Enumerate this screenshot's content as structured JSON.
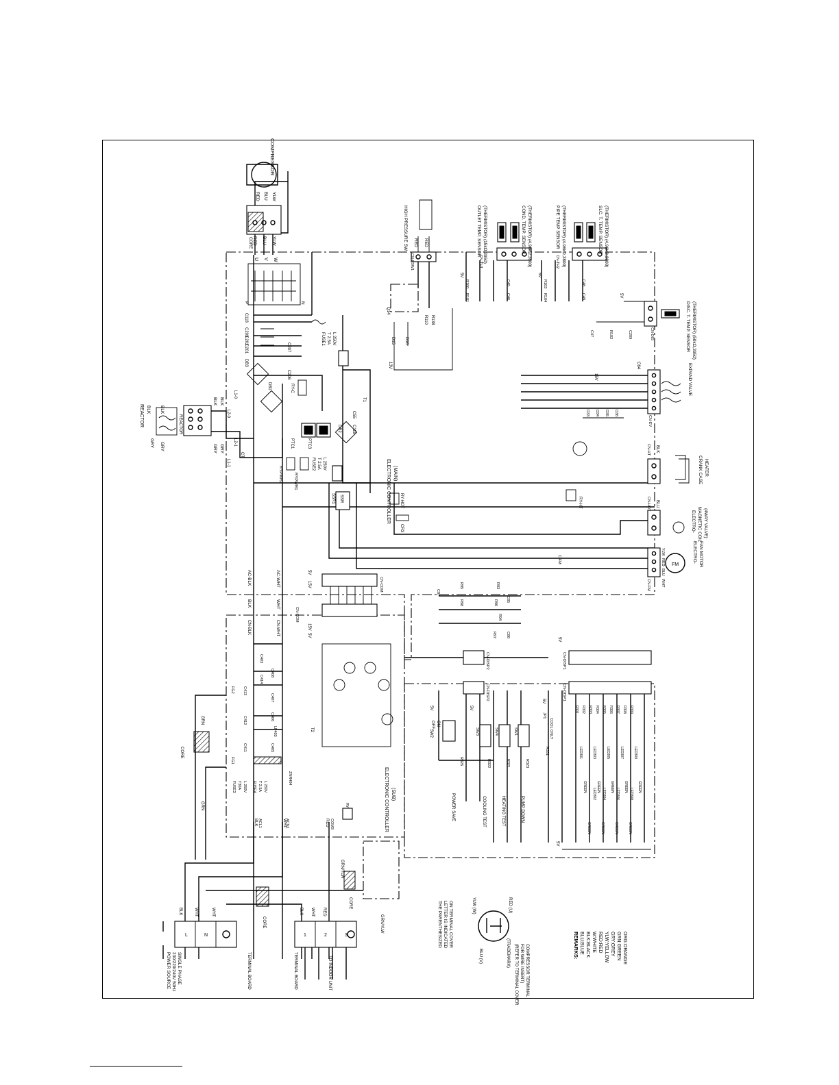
{
  "labels": {
    "compressor": "COMPRESSOR",
    "reactor_top": "REACTOR",
    "reactor_box": "REACTOR",
    "high_pressure_sw": "HIGH PRESSURE SW.",
    "outlet_sensor_line1": "OUTLET TEMP. SENSOR",
    "outlet_sensor_line2": "(THERMISTOR) (15kΩ,3950)",
    "cond_sensor_line1": "COND. TEMP. SENSOR",
    "cond_sensor_line2": "(THERMISTOR) (4.96kΩ,3800)",
    "pipe_sensor_line1": "PIPE TEMP SENSOR",
    "pipe_sensor_line2": "(THERMISTOR) (4.96kΩ,3800)",
    "slc_sensor_line1": "SLC. T. TEMP. SENSOR",
    "slc_sensor_line2": "(THERMISTOR) (4.96kΩ,3800)",
    "disc_sensor_line1": "DISC. T. TEMP. SENSOR",
    "disc_sensor_line2": "(THERMISTOR) (50kΩ,3950)",
    "expand_valve": "EXPAND VALVE",
    "crank_case_line1": "CRANK CASE",
    "crank_case_line2": "HEATER",
    "magnetic_coil_line1": "ELECTRO-",
    "magnetic_coil_line2": "MAGNETIC COIL",
    "magnetic_coil_line3": "(4WAY VALVE)",
    "fan_motor": "FAN MOTOR",
    "fan_motor_prefix": "ELECTRO-",
    "ec_main_line1": "ELECTRONIC CONTROLLER",
    "ec_main_line2": "(MAIN)",
    "ec_sub_line1": "ELECTRONIC CONTROLLER",
    "ec_sub_line2": "(SUB)",
    "power_source_line1": "POWER SOURCE",
    "power_source_line2": "230/220/240V 50Hz",
    "power_source_line3": "SINGLE PHASE",
    "terminal_board_1": "TERMINAL BOARD",
    "terminal_board_2": "TERMINAL BOARD",
    "to_indoor_unit": "TO INDOOR UNIT",
    "core_1": "CORE",
    "core_2": "CORE",
    "core_3": "CORE",
    "core_4": "CORE",
    "core_5": "CORE",
    "grn_yel_1": "GRN/YLW",
    "grn_yel_2": "GRN/YLW",
    "parenthesized_line1": "THE PARENTHESIZED",
    "parenthesized_line2": "LETTER IS INDICATED",
    "parenthesized_line3": "ON TERMINAL COVER",
    "tm_red_u": "RED (U)",
    "tm_ylw_w": "YLW (W)",
    "tm_blu_v": "BLU (V)",
    "tm_trademark": "(TRADEMARK)",
    "tm_refer_1": "(REFER TO TERMINAL COVER",
    "tm_refer_2": "FOR WIRE INSERT)",
    "tm_refer_3": "COMPRESSOR TERMINAL",
    "power_save": "POWER SAVE",
    "cooling_test": "COOLING TEST",
    "heating_test": "HEATING TEST",
    "pump_down": "PUMP DOWN",
    "cool_only": "COOL ONLY",
    "sw_off": "OFF",
    "sw_on": "ON"
  },
  "remarks": {
    "title": "REMARKS:",
    "items": [
      "BLU:BLUE",
      "BLK:BLACK",
      "W:WHITE",
      "RED:RED",
      "YLW:YELLOW",
      "GRY:GREY",
      "GRN:GREEN",
      "ORG:ORANGE"
    ]
  },
  "wires": {
    "red": "RED",
    "blu": "BLU",
    "ylw": "YLW",
    "blk": "BLK",
    "gry": "GRY",
    "wht": "WHT",
    "grn": "GRN",
    "ac_blk": "AC-BLK",
    "ac_wht": "AC-WHT",
    "u": "U",
    "v": "V",
    "w": "W",
    "p": "P",
    "n": "N",
    "l": "L",
    "v5": "5V",
    "v15": "15V",
    "v13": "13V"
  },
  "connectors": {
    "cn_fsw1": "CN-FSW1",
    "cn_th1": "CN-TH1",
    "cn_th2": "CN-TH2",
    "cn_dis": "CN-DIS",
    "cn_ev": "CN-EV",
    "cn_ht": "CN-HT",
    "cn_hot": "CN-HOT",
    "cn_fm": "CN-FM",
    "c_fm": "C-FM",
    "cn_com_main": "CN-COM",
    "cn_com_sub": "CN-COM",
    "cn_blk": "CN-BLK",
    "cn_wht": "CN-WHT",
    "cn_disp1_main": "CN-DISP1",
    "cn_disp2_main": "CN-DISP2",
    "cn_disp1_sub": "CN-DISP1",
    "cn_disp2_sub": "CN-DISP2",
    "core_term": "CORE"
  },
  "components": {
    "fuse1": [
      "FUSE1",
      "T 2.5A",
      "L 250V"
    ],
    "fuse2": [
      "FUSE2",
      "T 2.5A",
      "L 250V"
    ],
    "fuse3": [
      "FUSE3",
      "T30A",
      "L 250V"
    ],
    "fuse4": [
      "FUSE4",
      "T 2.5A",
      "L 250V"
    ],
    "db1": "DB1",
    "db2": "DB2",
    "db3": "DB3",
    "ry_c": "RY-C",
    "ptc1": "PTC1",
    "ptc3": "PTC3",
    "rypwr1": "RYPWR1",
    "rypwr2": "RYPWR2",
    "ssr1": "SSR1",
    "ssr": "SSR",
    "ry_hot": "RY-HOT",
    "ry_ht": "RY-HT",
    "cr3": "CR3",
    "t1": "T1",
    "t2": "T2",
    "c118": "C118",
    "c201": "C201",
    "c202": "C202",
    "c203": "C203",
    "c206": "C206",
    "c207": "C207",
    "c119": "C119",
    "c55": "C55",
    "c47": "C47",
    "c209": "C209",
    "c64": "C64",
    "r102": "R102",
    "q14": "Q14",
    "d15": "D15",
    "d16": "D16",
    "r138": "R138",
    "r110": "R110",
    "l2_0": "L2-0",
    "l1_0": "L1-0",
    "l2_1": "L2-1",
    "l1_1": "L1-1",
    "ct": "CT",
    "fg1": "FG1",
    "fg2": "FG2",
    "acl1": "ACL1",
    "acn1": "ACN1",
    "com3": "COM3",
    "red_com3": "RED",
    "ry_com": "RY-COM",
    "lf403": "LF403",
    "znr404": "ZNR404",
    "sw1": "SW1",
    "sw2": "SW2",
    "sw3": "SW3",
    "sw4": "SW4",
    "jp1": "JP1",
    "r326": "R326",
    "r322": "R322",
    "r321": "R321",
    "r323": "R323",
    "r331": "R331",
    "sub_caps": [
      "C411",
      "C412",
      "C413",
      "C414",
      "C403",
      "C405",
      "C406",
      "C407",
      "C408"
    ],
    "main_rc": [
      "R100",
      "R101",
      "C45",
      "C46",
      "R103",
      "R104",
      "C48",
      "C49"
    ],
    "disp_rc": [
      "C87",
      "R95",
      "R98",
      "C85",
      "R93",
      "R96",
      "R94",
      "C86",
      "R97"
    ],
    "d_ev": [
      "D33",
      "D34",
      "D35",
      "D36"
    ],
    "leds": [
      "LED301",
      "LED302",
      "LED303",
      "LED304",
      "LED305",
      "LED306",
      "LED307",
      "LED308",
      "LED309"
    ],
    "led_res": [
      "R301",
      "R302",
      "R303",
      "R304",
      "R305",
      "R306",
      "R307",
      "R308",
      "R309"
    ],
    "led_color": "GREEN"
  }
}
